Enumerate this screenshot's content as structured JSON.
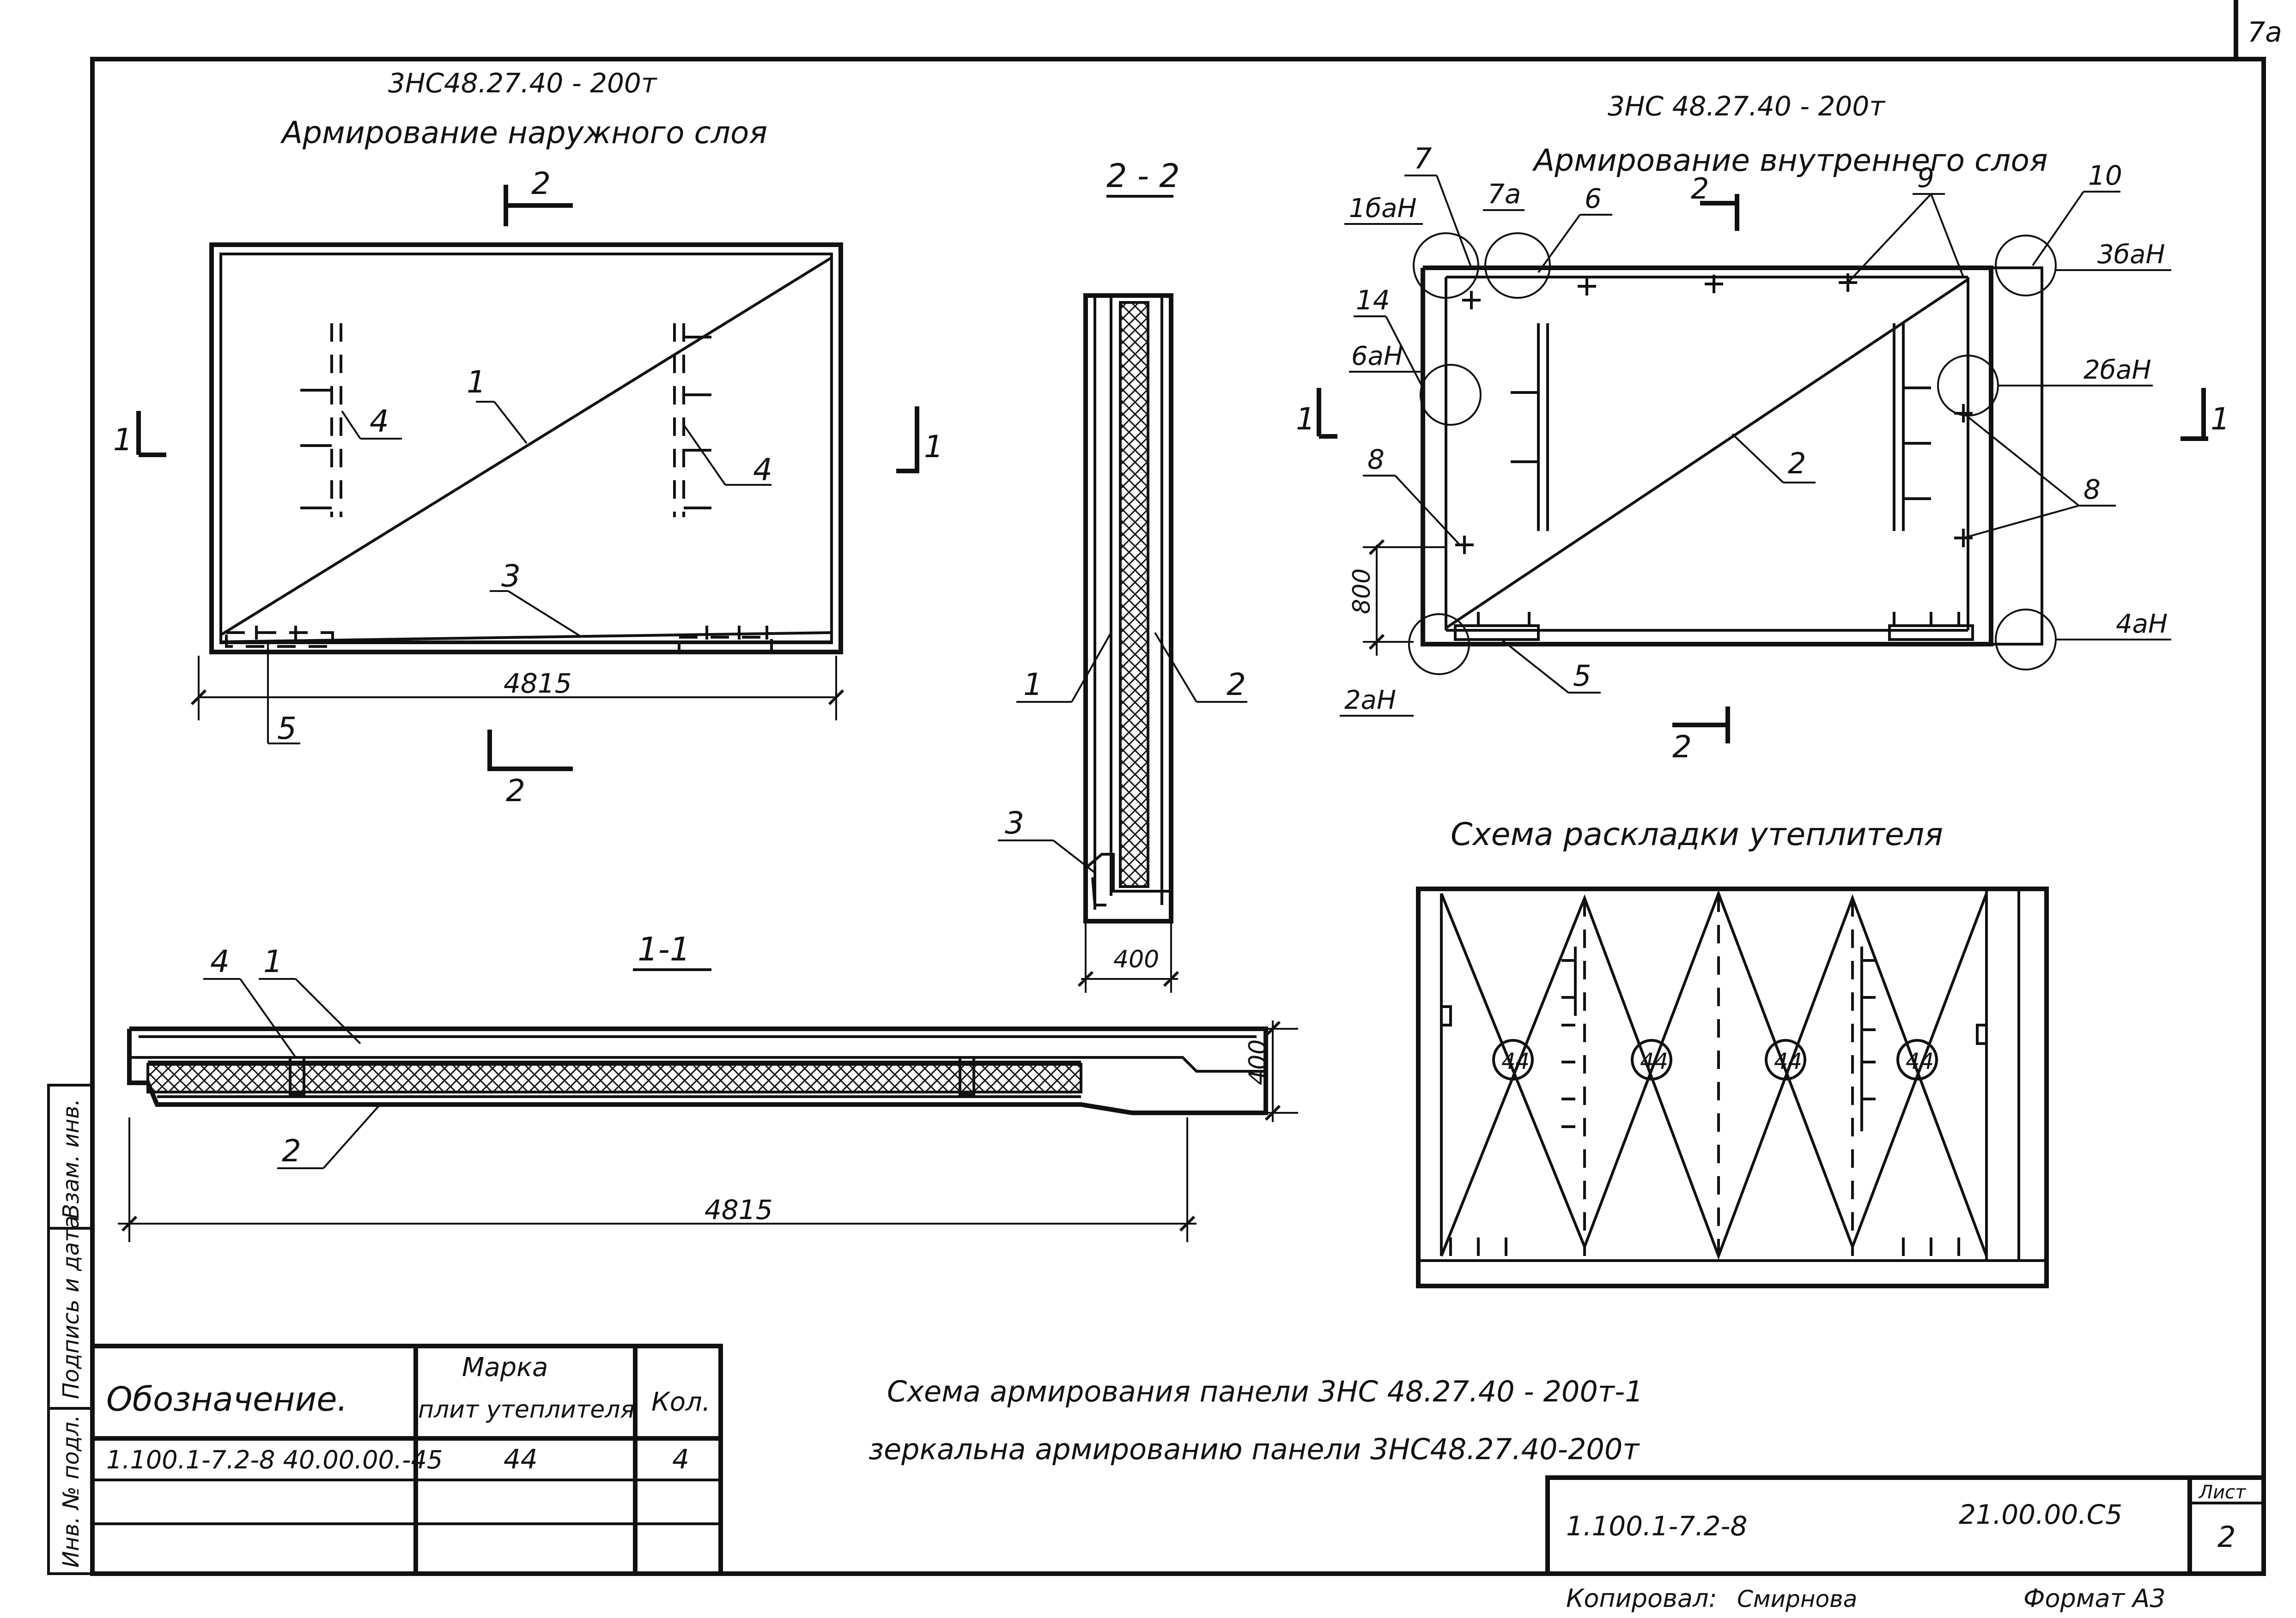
{
  "sheet": {
    "corner_mark": "7а",
    "sheet_label": "Лист",
    "sheet_number": "2",
    "doc_series": "1.100.1-7.2-8",
    "doc_code": "21.00.00.С5",
    "copied_by": "Копировал:",
    "copied_signature": "Смирнова",
    "format": "Формат А3"
  },
  "side_strip": {
    "inv_orig": "Инв. № подл.",
    "sign_date": "Подпись и дата",
    "inv_repl": "Взам. инв."
  },
  "outer_plan": {
    "mark": "3НС48.27.40 - 200т",
    "title": "Армирование наружного слоя",
    "dim_length": "4815",
    "labels": [
      "1",
      "3",
      "4",
      "4",
      "5"
    ],
    "section_mark": "2",
    "section_mark_side": "1"
  },
  "section_2_2": {
    "title": "2 - 2",
    "dim_thickness": "400",
    "labels": [
      "1",
      "2",
      "3"
    ]
  },
  "section_1_1": {
    "title": "1-1",
    "dim_length": "4815",
    "dim_thickness": "400",
    "labels": [
      "4",
      "1",
      "2"
    ]
  },
  "inner_plan": {
    "mark": "3НС 48.27.40 - 200т",
    "title": "Армирование внутреннего слоя",
    "dim_800": "800",
    "labels": {
      "n7": "7",
      "n7a": "7а",
      "n6": "6",
      "n9": "9",
      "n10": "10",
      "n14": "14",
      "n8a": "8",
      "n8b": "8",
      "n2": "2",
      "n5": "5",
      "n1l": "1",
      "n1r": "1",
      "s2t": "2",
      "s2b": "2"
    },
    "nodes": {
      "n1baH": "1баН",
      "n3baH": "3баН",
      "n6aH": "6аН",
      "n2baH": "2баН",
      "n2aH": "2аН",
      "n4aH": "4аН"
    }
  },
  "insulation_scheme": {
    "title": "Схема раскладки утеплителя",
    "circle_labels": [
      "44",
      "44",
      "44",
      "44"
    ]
  },
  "notes": {
    "line1": "Схема армирования панели 3НС 48.27.40 - 200т-1",
    "line2": "зеркальна армированию панели 3НС48.27.40-200т"
  },
  "spec_table": {
    "col_designation": "Обозначение.",
    "col_mark_top": "Марка",
    "col_mark_bottom": "плит утеплителя",
    "col_qty": "Кол.",
    "row": {
      "designation": "1.100.1-7.2-8 40.00.00.-45",
      "mark": "44",
      "qty": "4"
    }
  }
}
